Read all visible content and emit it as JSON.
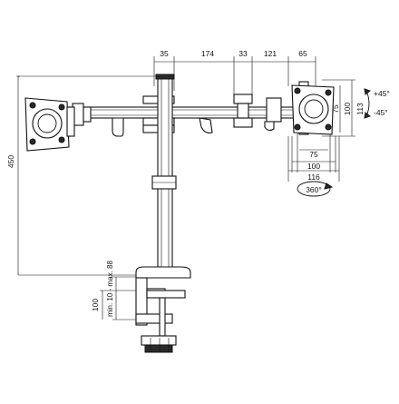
{
  "dimensions": {
    "top": [
      "35",
      "174",
      "33",
      "121",
      "65"
    ],
    "height_total": "450",
    "clamp_range": "min. 10 - max. 88",
    "clamp_depth": "100",
    "vesa_height_outer": "113",
    "vesa_height_mid": "100",
    "vesa_height_inner": "75",
    "vesa_width_inner": "75",
    "vesa_width_mid": "100",
    "vesa_width_outer": "116",
    "tilt_up": "+45°",
    "tilt_down": "-45°",
    "rotation": "360°"
  }
}
